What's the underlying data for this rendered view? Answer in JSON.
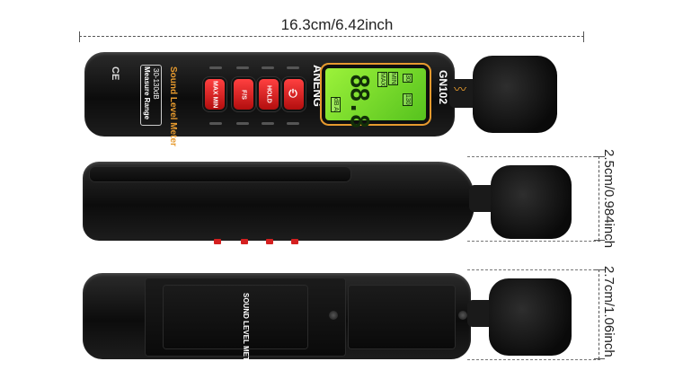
{
  "dimensions": {
    "length": "16.3cm/6.42inch",
    "height": "2.5cm/0.984inch",
    "depth": "2.7cm/1.06inch"
  },
  "device": {
    "brand": "ANENG",
    "model": "GN102",
    "product": "Sound Level Meter",
    "range_title": "Measure Range",
    "range_value": "30-130dB",
    "cert": "CE",
    "buttons": [
      "MAX MIN",
      "F/S",
      "HOLD",
      "power-icon"
    ],
    "lcd": {
      "reading": "88.8",
      "unit": "dB A",
      "tags": [
        "MAX",
        "MIN",
        "30",
        "130"
      ]
    },
    "back_label": "SOUND LEVEL METER"
  },
  "colors": {
    "accent_orange": "#e69a2e",
    "button_red": "#d52020",
    "lcd_green": "#8ee036"
  }
}
